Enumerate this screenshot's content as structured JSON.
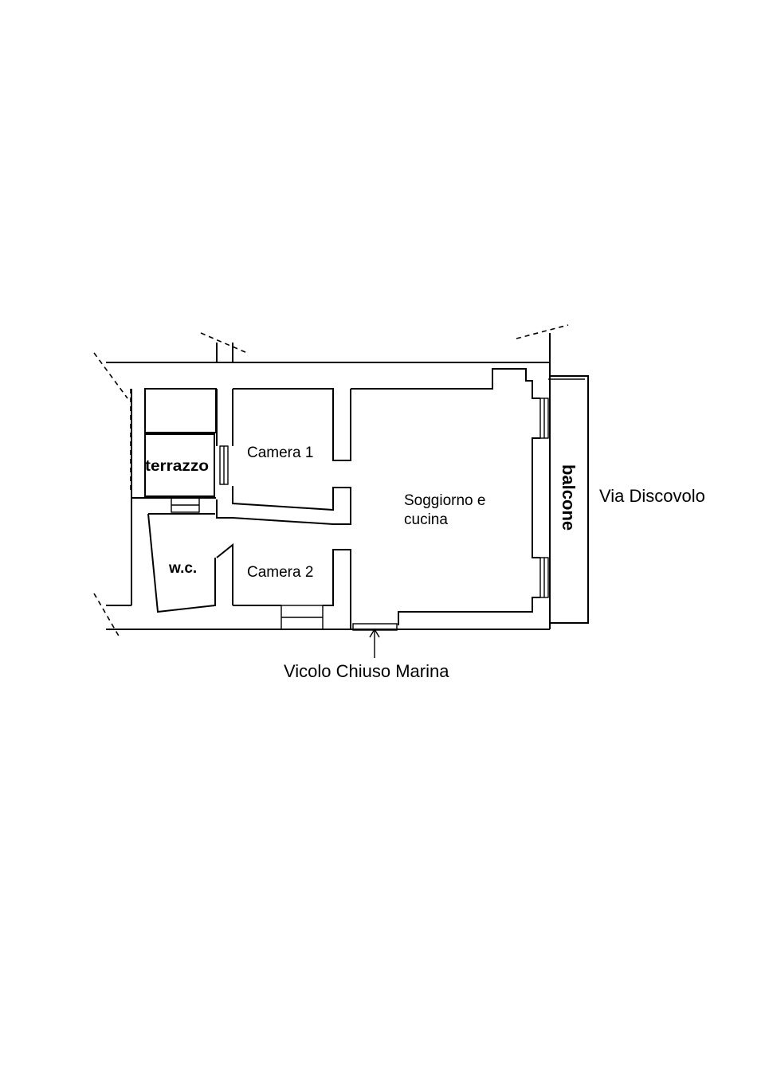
{
  "rooms": {
    "camera1": "Camera 1",
    "camera2": "Camera 2",
    "terrazzo": "terrazzo",
    "wc": "w.c.",
    "soggiorno_line1": "Soggiorno e",
    "soggiorno_line2": "cucina",
    "balcone": "balcone"
  },
  "streets": {
    "east": "Via Discovolo",
    "south": "Vicolo Chiuso Marina"
  }
}
